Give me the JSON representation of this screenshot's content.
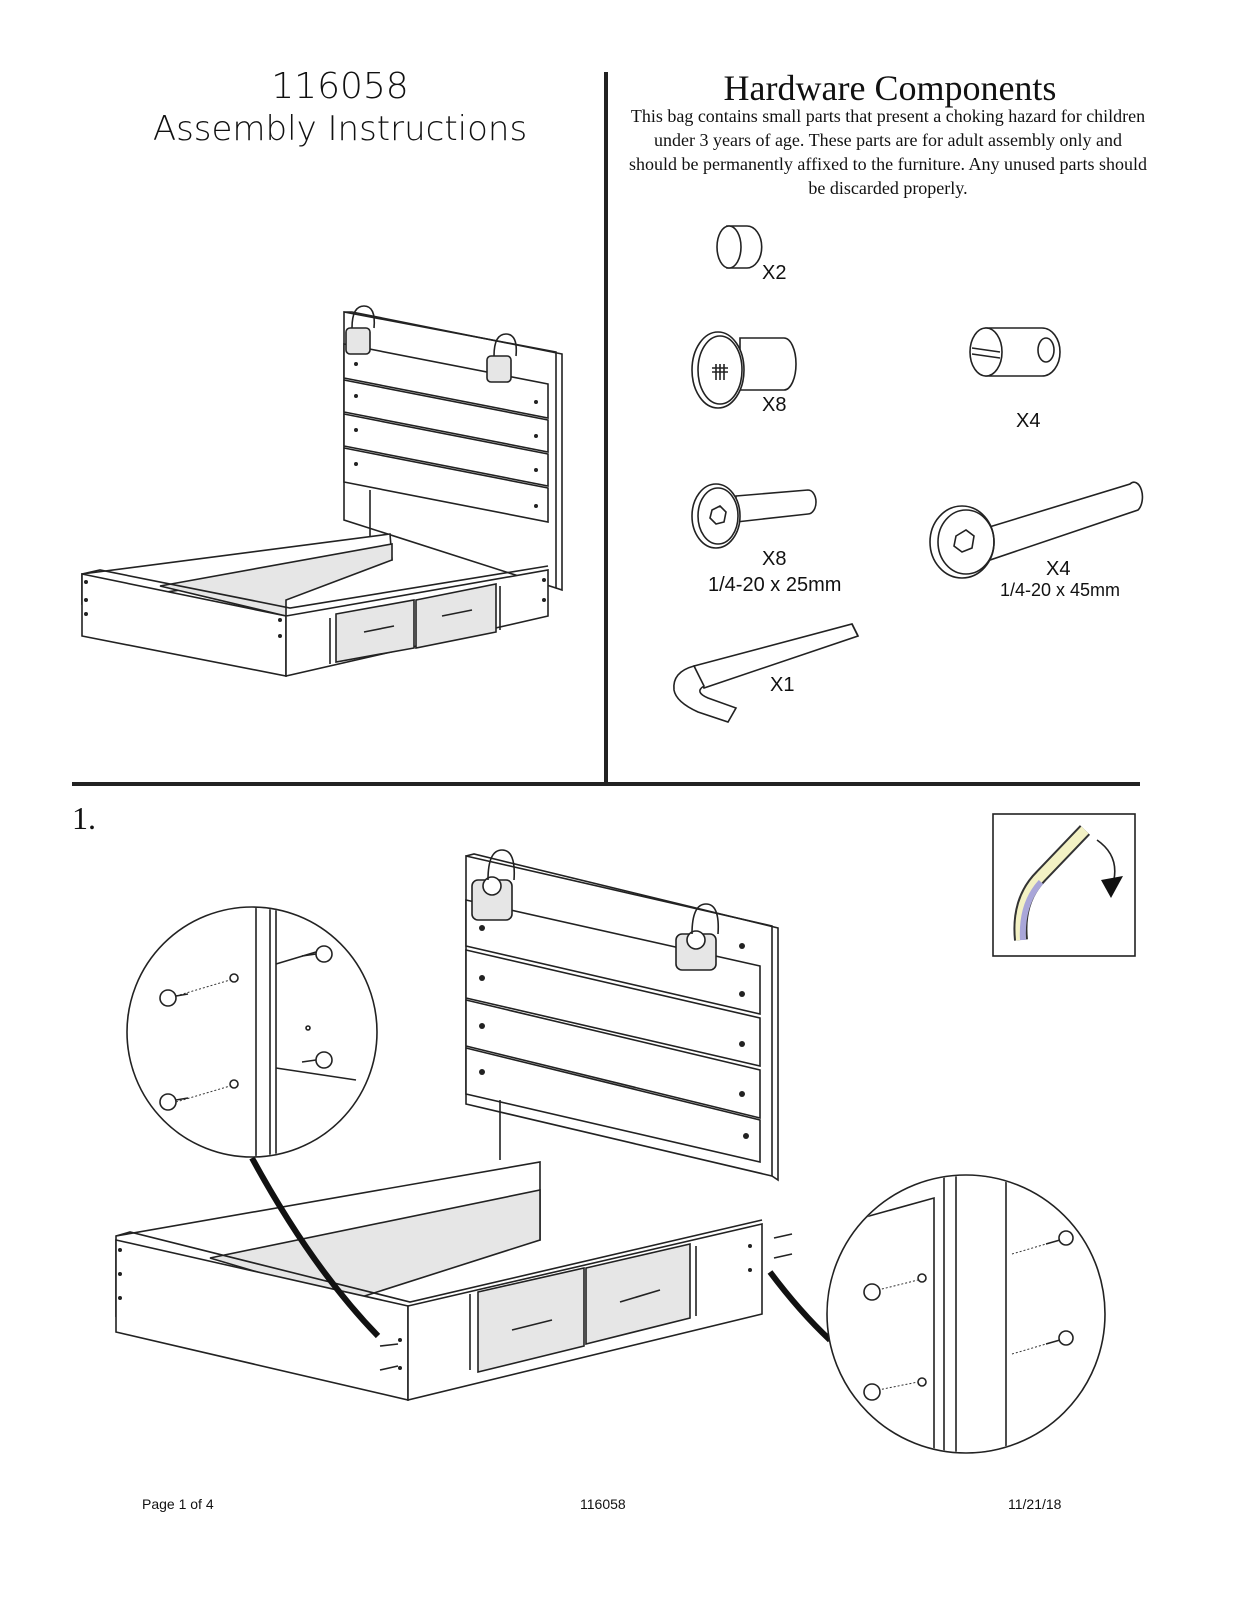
{
  "header": {
    "model_number": "116058",
    "title": "Assembly Instructions"
  },
  "hardware": {
    "title": "Hardware Components",
    "warning": "This bag contains small parts that present a choking hazard for children under 3 years of age. These parts are for adult assembly only and should be permanently affixed to the furniture. Any unused parts should be discarded properly.",
    "parts": [
      {
        "qty": "X2",
        "spec": ""
      },
      {
        "qty": "X8",
        "spec": ""
      },
      {
        "qty": "X4",
        "spec": ""
      },
      {
        "qty": "X8",
        "spec": "1/4-20 x 25mm"
      },
      {
        "qty": "X4",
        "spec": "1/4-20 x 45mm"
      },
      {
        "qty": "X1",
        "spec": ""
      }
    ]
  },
  "step": {
    "number": "1."
  },
  "footer": {
    "page": "Page 1 of 4",
    "model": "116058",
    "date": "11/21/18"
  }
}
